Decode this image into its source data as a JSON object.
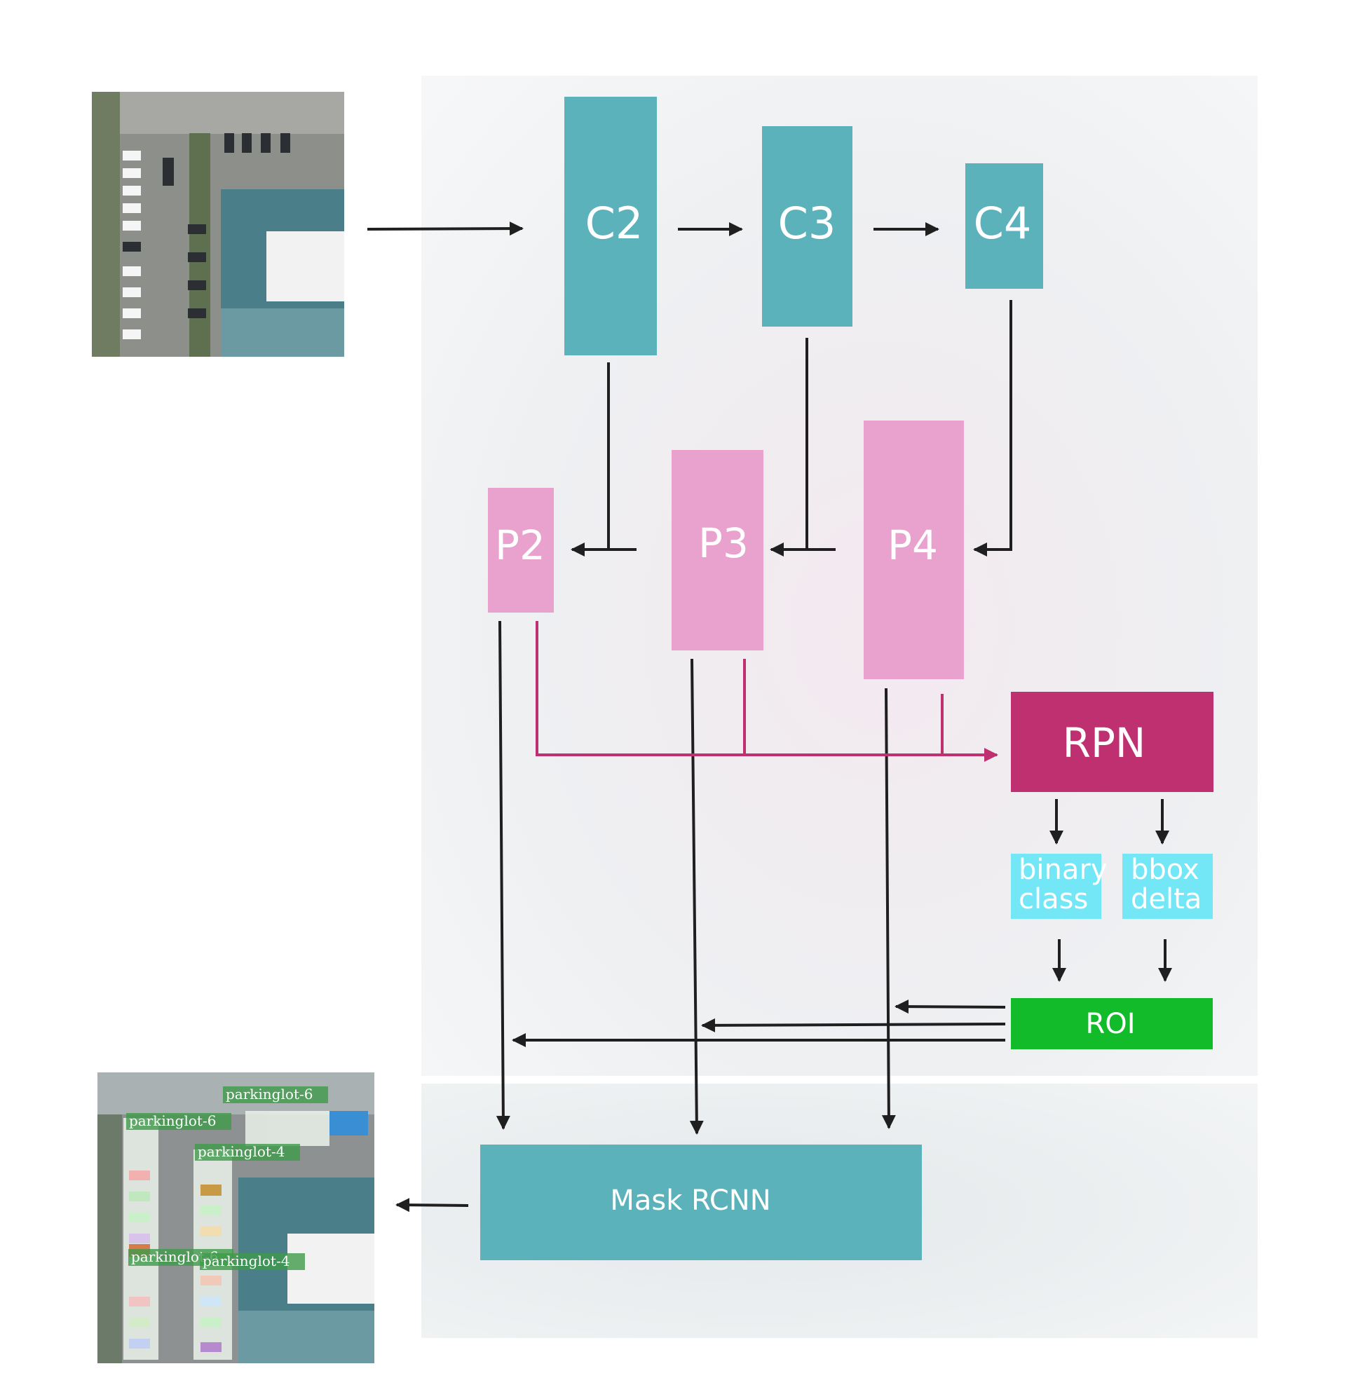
{
  "colors": {
    "backbone": "#5bb2bb",
    "pyramid": "#e8a2cd",
    "rpn": "#be306f",
    "rpn_outputs": "#74e7f7",
    "roi": "#11bb2a",
    "mask_rcnn": "#5bb2bb",
    "arrow": "#1f1f1f",
    "rpn_arrow": "#be306f",
    "panel": "#eceff1",
    "label_tag": "#3f9a4a"
  },
  "nodes": {
    "c2": "C2",
    "c3": "C3",
    "c4": "C4",
    "p2": "P2",
    "p3": "P3",
    "p4": "P4",
    "rpn": "RPN",
    "binary_class": [
      "binary",
      "class"
    ],
    "bbox_delta": [
      "bbox",
      "delta"
    ],
    "roi": "ROI",
    "mask_rcnn": "Mask RCNN"
  },
  "input_image": {
    "icon": "aerial-parking-lot-image"
  },
  "output_image": {
    "icon": "aerial-parking-lot-detections-image",
    "detection_labels": [
      "parkinglot-6",
      "parkinglot-6",
      "parkinglot-4",
      "parkinglot-6",
      "parkinglot-4"
    ]
  }
}
